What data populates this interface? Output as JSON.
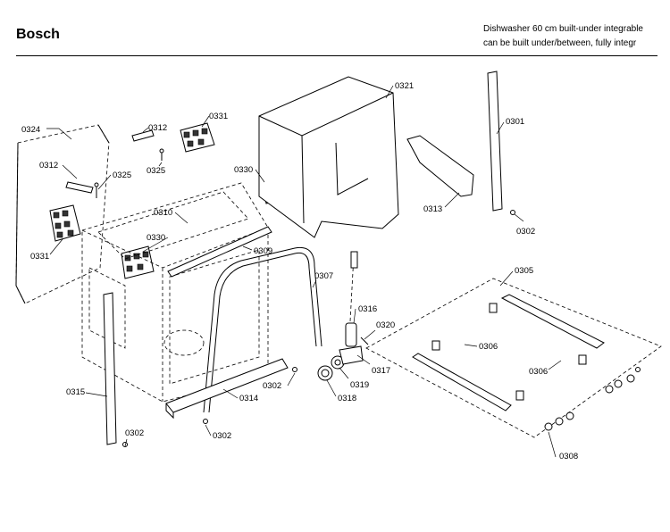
{
  "header": {
    "brand": "Bosch",
    "description_line1": "Dishwasher 60 cm built-under integrable",
    "description_line2": "can be built under/between, fully integr"
  },
  "parts": {
    "p0324": "0324",
    "p0312a": "0312",
    "p0312b": "0312",
    "p0325": "0325",
    "p0331a": "0331",
    "p0331b": "0331",
    "p0330a": "0330",
    "p0330b": "0330",
    "p0310": "0310",
    "p0309": "0309",
    "p0321": "0321",
    "p0301": "0301",
    "p0313": "0313",
    "p0302a": "0302",
    "p0302b": "0302",
    "p0302c": "0302",
    "p0302d": "0302",
    "p0307": "0307",
    "p0316": "0316",
    "p0320": "0320",
    "p0317": "0317",
    "p0319": "0319",
    "p0318": "0318",
    "p0315": "0315",
    "p0314": "0314",
    "p0305": "0305",
    "p0306a": "0306",
    "p0306b": "0306",
    "p0308": "0308"
  }
}
